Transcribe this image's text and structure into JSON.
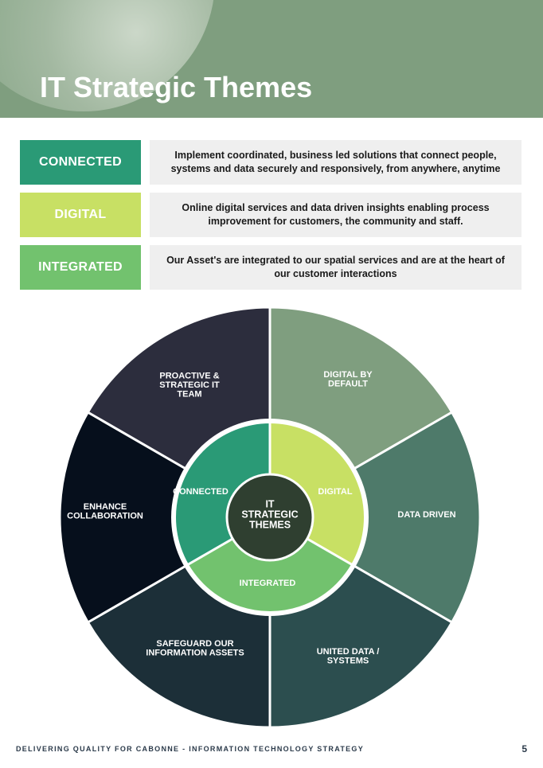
{
  "title": "IT Strategic Themes",
  "themes": [
    {
      "label": "CONNECTED",
      "color": "#2a9a76",
      "description": "Implement coordinated, business led solutions that connect people, systems and data securely and responsively, from anywhere, anytime"
    },
    {
      "label": "DIGITAL",
      "color": "#c8e064",
      "description": "Online digital services and data driven insights enabling process improvement for customers, the community and staff."
    },
    {
      "label": "INTEGRATED",
      "color": "#72c26e",
      "description": "Our Asset's are integrated to our spatial services and are at the heart of our customer interactions"
    }
  ],
  "wheel": {
    "center_lines": [
      "IT",
      "STRATEGIC",
      "THEMES"
    ],
    "center_color": "#2f3f30",
    "inner": [
      {
        "label": "CONNECTED",
        "color": "#2a9a76"
      },
      {
        "label": "DIGITAL",
        "color": "#c8e064"
      },
      {
        "label": "INTEGRATED",
        "color": "#72c26e"
      }
    ],
    "outer": [
      {
        "lines": [
          "DIGITAL BY",
          "DEFAULT"
        ],
        "color": "#7f9e7f"
      },
      {
        "lines": [
          "DATA DRIVEN"
        ],
        "color": "#4e7a6a"
      },
      {
        "lines": [
          "UNITED DATA /",
          "SYSTEMS"
        ],
        "color": "#2c4e4f"
      },
      {
        "lines": [
          "SAFEGUARD OUR",
          "INFORMATION ASSETS"
        ],
        "color": "#1c2f38"
      },
      {
        "lines": [
          "ENHANCE",
          "COLLABORATION"
        ],
        "color": "#060f1c"
      },
      {
        "lines": [
          "PROACTIVE &",
          "STRATEGIC IT",
          "TEAM"
        ],
        "color": "#2c2d3d"
      }
    ]
  },
  "footer": {
    "text": "DELIVERING QUALITY FOR CABONNE - INFORMATION TECHNOLOGY STRATEGY",
    "page": "5"
  }
}
